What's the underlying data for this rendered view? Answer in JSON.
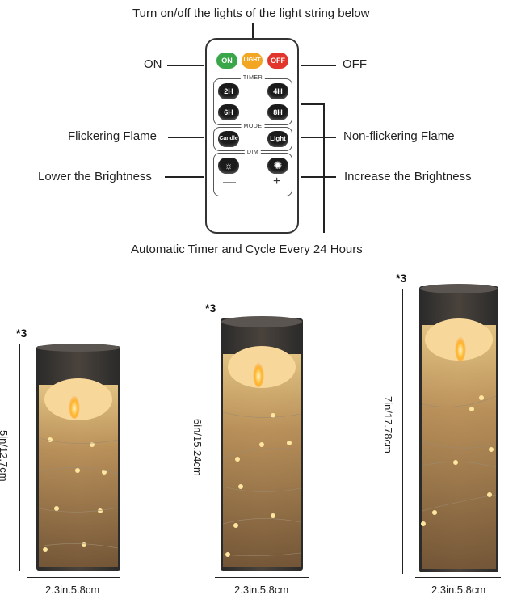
{
  "top_caption": "Turn on/off the lights of the light string below",
  "bottom_caption": "Automatic Timer and Cycle Every 24 Hours",
  "callouts": {
    "on": "ON",
    "off": "OFF",
    "flicker": "Flickering Flame",
    "non_flicker": "Non-flickering Flame",
    "lower": "Lower the Brightness",
    "increase": "Increase the Brightness"
  },
  "remote": {
    "on_btn": "ON",
    "light_btn": "LIGHT",
    "off_btn": "OFF",
    "timer_title": "TIMER",
    "timer_2h": "2H",
    "timer_4h": "4H",
    "timer_6h": "6H",
    "timer_8h": "8H",
    "mode_title": "MODE",
    "candle_btn": "Candle",
    "light_mode_btn": "Light",
    "dim_title": "DIM",
    "minus": "—",
    "plus": "+",
    "colors": {
      "on": "#3aa64a",
      "light": "#f2a623",
      "off": "#e2352b"
    }
  },
  "candles": [
    {
      "qty": "*3",
      "height": "5in/12.7cm",
      "width": "2.3in.5.8cm"
    },
    {
      "qty": "*3",
      "height": "6in/15.24cm",
      "width": "2.3in.5.8cm"
    },
    {
      "qty": "*3",
      "height": "7in/17.78cm",
      "width": "2.3in.5.8cm"
    }
  ]
}
